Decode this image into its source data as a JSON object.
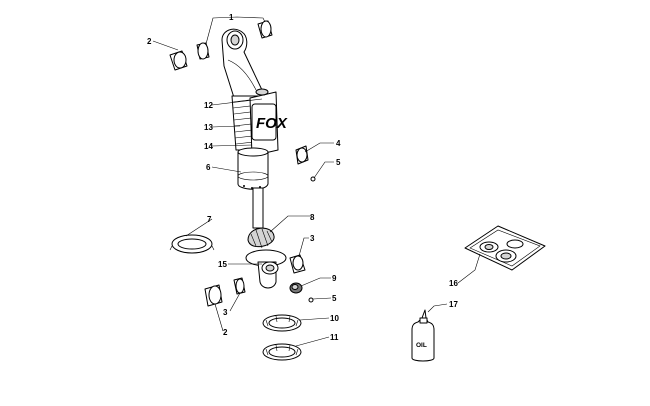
{
  "callouts": {
    "c1": "1",
    "c2_top": "2",
    "c12": "12",
    "c13": "13",
    "c14": "14",
    "c4": "4",
    "c5_top": "5",
    "c6": "6",
    "c7": "7",
    "c8": "8",
    "c3_right": "3",
    "c15": "15",
    "c9": "9",
    "c5_bottom": "5",
    "c3_left": "3",
    "c2_bottom": "2",
    "c10": "10",
    "c11": "11",
    "c16": "16",
    "c17": "17"
  },
  "labels": {
    "brand_text": "FOX",
    "bottle_label": "OIL"
  }
}
